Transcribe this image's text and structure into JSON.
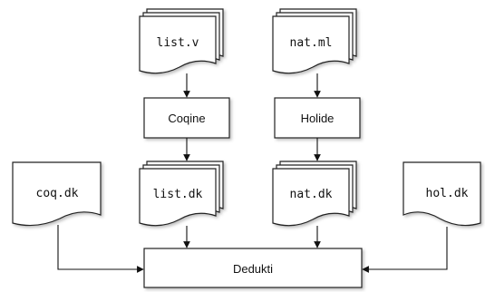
{
  "files": {
    "list_v": "list.v",
    "nat_ml": "nat.ml",
    "coq_dk": "coq.dk",
    "list_dk": "list.dk",
    "nat_dk": "nat.dk",
    "hol_dk": "hol.dk"
  },
  "tools": {
    "coqine": "Coqine",
    "holide": "Holide",
    "dedukti": "Dedukti"
  }
}
